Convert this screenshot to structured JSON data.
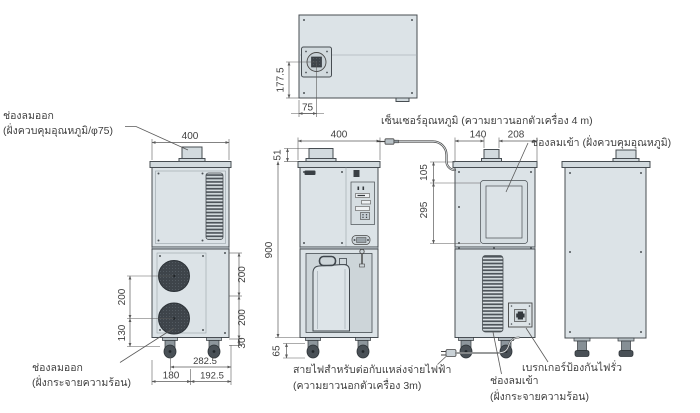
{
  "diagram": "air-conditioner-outline-drawing",
  "colors": {
    "machine_body": "#dce3e7",
    "machine_plate": "#d2dade",
    "grille_dark": "#4d545a",
    "fan_dark": "#3e444a",
    "outline": "#474d52",
    "dimension": "#5a5a5a",
    "text": "#3f3f3f",
    "background": "#ffffff"
  },
  "labels": {
    "outlet_top_1": "ช่องลมออก",
    "outlet_top_2": "(ฝั่งควบคุมอุณหภูมิ/φ75)",
    "sensor": "เซ็นเซอร์อุณหภูมิ (ความยาวนอกตัวเครื่อง 4 m)",
    "inlet_top": "ช่องลมเข้า (ฝั่งควบคุมอุณหภูมิ)",
    "outlet_bottom_1": "ช่องลมออก",
    "outlet_bottom_2": "(ฝั่งกระจายความร้อน)",
    "power_1": "สายไฟสำหรับต่อกับแหล่งจ่ายไฟฟ้า",
    "power_2": "(ความยาวนอกตัวเครื่อง 3m)",
    "inlet_bottom_1": "ช่องลมเข้า",
    "inlet_bottom_2": "(ฝั่งกระจายความร้อน)",
    "breaker": "เบรกเกอร์ป้องกันไฟรั่ว"
  },
  "dimensions": {
    "top_view": {
      "height": "177.5",
      "duct_offset": "75"
    },
    "front_view": {
      "width": "400",
      "left_1": "200",
      "left_2": "130",
      "right_1": "200",
      "right_2": "200",
      "right_3": "30",
      "bottom_span": "282.5",
      "bottom_left": "180",
      "bottom_right": "192.5"
    },
    "side_view": {
      "width": "400",
      "duct_height": "51",
      "body_height": "900",
      "caster_height": "65"
    },
    "back_view": {
      "duct_left": "140",
      "duct_right": "208",
      "inlet_top": "105",
      "inlet_height": "295"
    }
  }
}
